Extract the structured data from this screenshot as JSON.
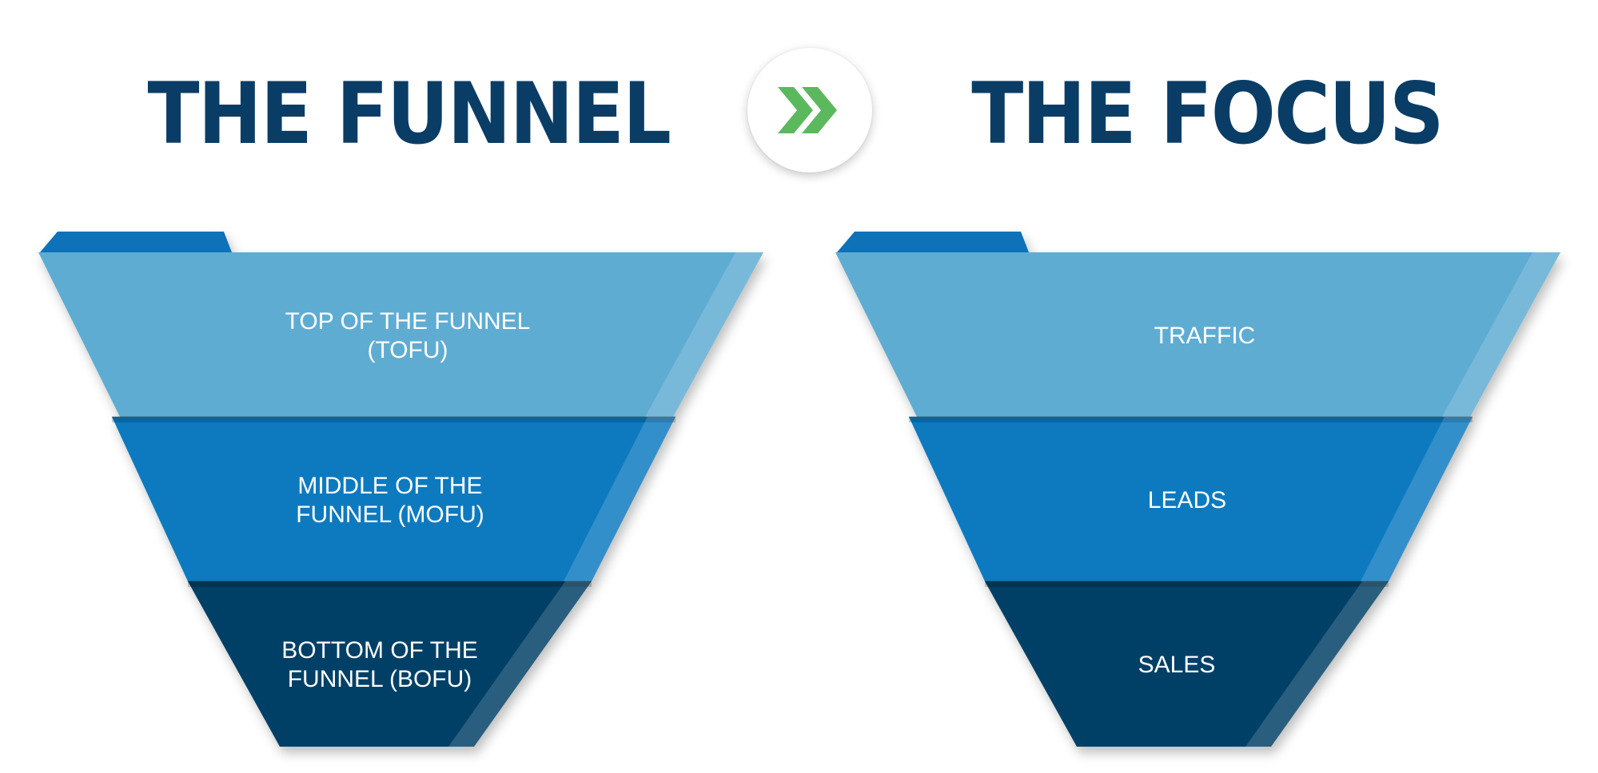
{
  "headings": {
    "left": "THE FUNNEL",
    "right": "THE FOCUS"
  },
  "badge": {
    "icon": "double-chevron-right-icon"
  },
  "colors": {
    "heading": "#0a3d66",
    "accent_green": "#5cb85c",
    "tier_light": "#5eacd3",
    "tier_mid": "#0c7ac0",
    "tier_dark": "#063f66",
    "tab": "#0a72b8",
    "label": "#ffffff"
  },
  "funnels": [
    {
      "name": "funnel-stages",
      "tiers": [
        {
          "key": "top",
          "lines": [
            "TOP OF THE FUNNEL",
            "(TOFU)"
          ]
        },
        {
          "key": "middle",
          "lines": [
            "MIDDLE OF THE",
            "FUNNEL (MOFU)"
          ]
        },
        {
          "key": "bottom",
          "lines": [
            "BOTTOM OF THE",
            "FUNNEL (BOFU)"
          ]
        }
      ]
    },
    {
      "name": "focus-stages",
      "tiers": [
        {
          "key": "top",
          "lines": [
            "TRAFFIC"
          ]
        },
        {
          "key": "middle",
          "lines": [
            "LEADS"
          ]
        },
        {
          "key": "bottom",
          "lines": [
            "SALES"
          ]
        }
      ]
    }
  ]
}
